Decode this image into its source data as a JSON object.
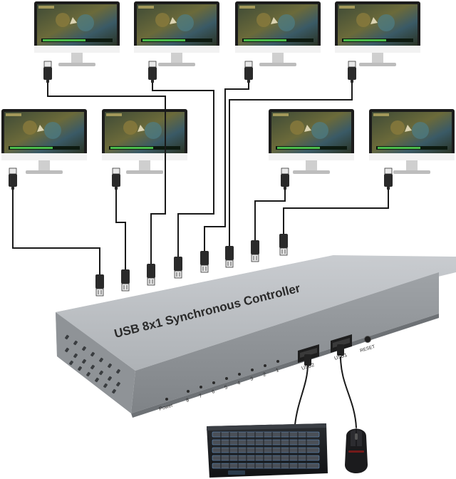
{
  "device": {
    "title": "USB 8x1 Synchronous Controller",
    "usb2_label": "USB2",
    "usb1_label": "USB1",
    "reset_label": "RESET",
    "power_label": "Power",
    "port_numbers": [
      "8",
      "7",
      "6",
      "5",
      "4",
      "3",
      "2",
      "1"
    ]
  },
  "colors": {
    "device_body": "#b9bcc0",
    "cable": "#1a1a1a",
    "screen_bg": "#2d3a2a",
    "monitor_stand": "#d8d8d8"
  },
  "icons": [
    "monitor-icon",
    "usb-plug-icon",
    "keyboard-icon",
    "mouse-icon"
  ]
}
